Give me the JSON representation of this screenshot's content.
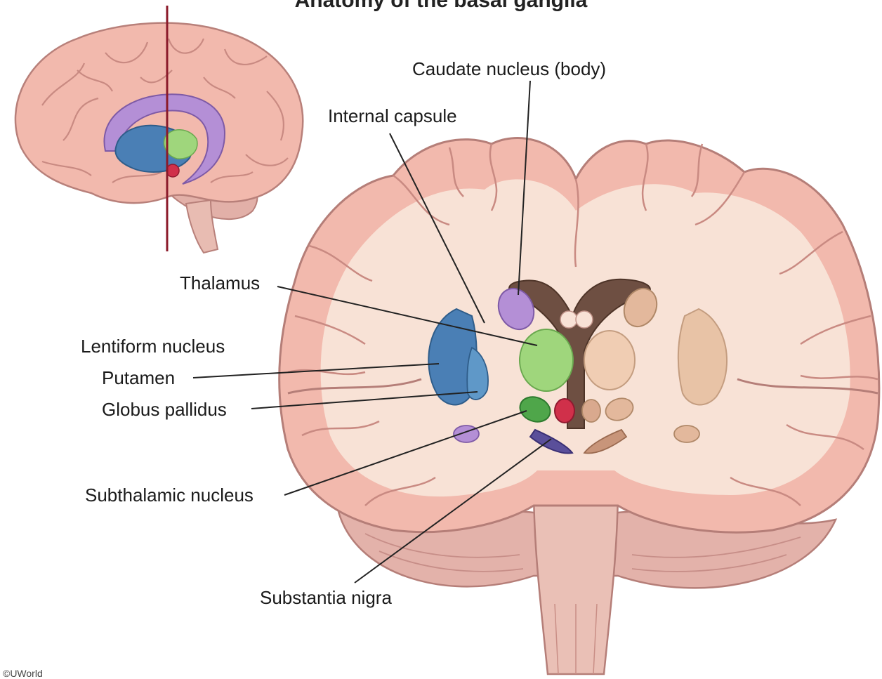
{
  "title": "Anatomy of the basal ganglia",
  "labels": {
    "caudate": "Caudate nucleus (body)",
    "internal_capsule": "Internal capsule",
    "thalamus": "Thalamus",
    "lentiform": "Lentiform nucleus",
    "putamen": "Putamen",
    "globus_pallidus": "Globus pallidus",
    "subthalamic": "Subthalamic nucleus",
    "substantia_nigra": "Substantia nigra"
  },
  "credit": "©UWorld",
  "colors": {
    "cortex": "#f2b9ad",
    "white_matter": "#f8e2d6",
    "caudate": "#b48fd6",
    "putamen": "#4a7fb5",
    "thalamus": "#9fd67c",
    "subthalamic": "#4fa64a",
    "red_nucleus": "#d0304a",
    "substantia_nigra": "#5a4f9a",
    "ventricle": "#7a5a4a",
    "section_line": "#8b1a2a"
  }
}
